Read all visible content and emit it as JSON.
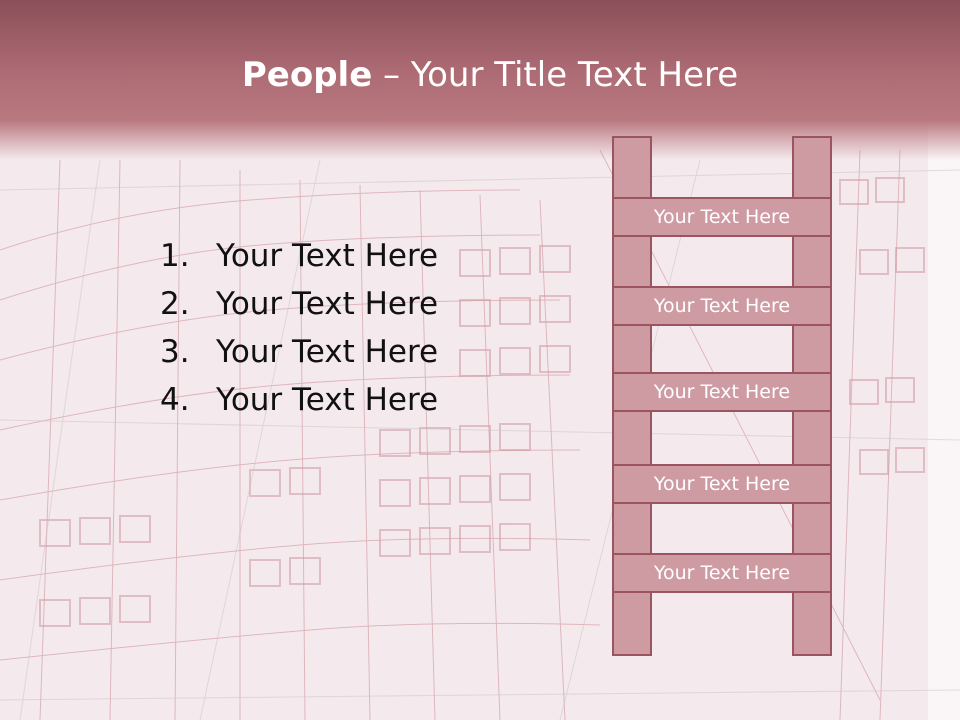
{
  "title": {
    "bold": "People",
    "rest": " – Your Title Text Here"
  },
  "list": [
    {
      "num": "1.",
      "text": "Your Text Here"
    },
    {
      "num": "2.",
      "text": "Your Text Here"
    },
    {
      "num": "3.",
      "text": "Your Text Here"
    },
    {
      "num": "4.",
      "text": "Your Text Here"
    }
  ],
  "ladder": {
    "rungs": [
      "Your Text Here",
      "Your Text Here",
      "Your Text Here",
      "Your Text Here",
      "Your Text Here"
    ]
  },
  "colors": {
    "title_band": "#ad6b74",
    "ladder_fill": "#cf9ba3",
    "ladder_border": "#9a5560",
    "background": "#f3e9ec"
  }
}
